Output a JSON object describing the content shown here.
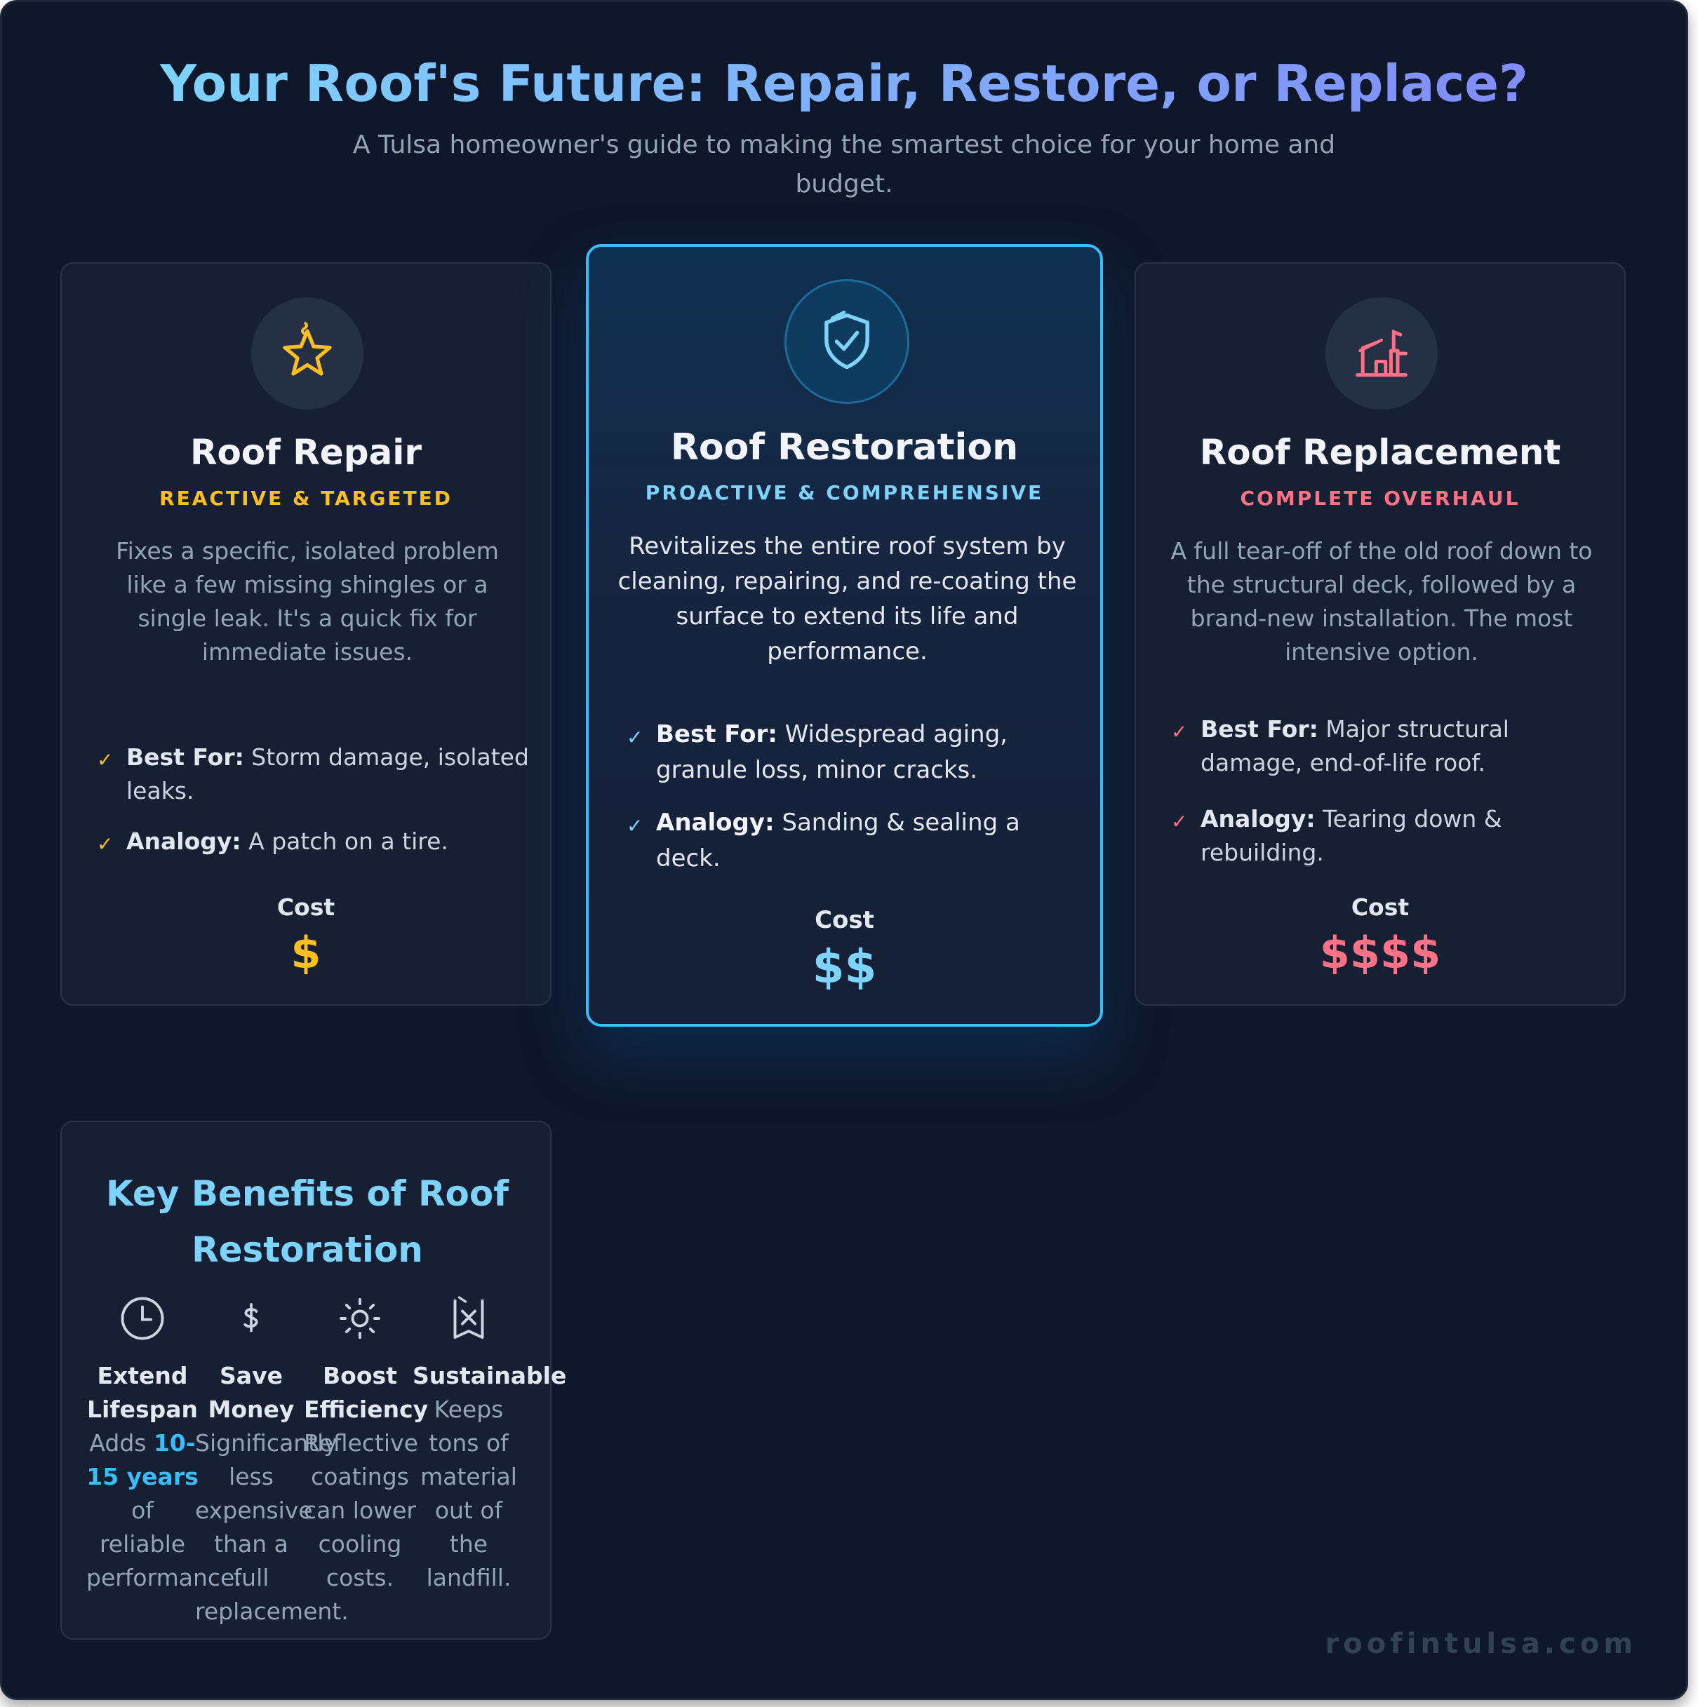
{
  "header": {
    "title": "Your Roof's Future: Repair, Restore, or Replace?",
    "subtitle": "A Tulsa homeowner's guide to making the smartest choice for your home and budget."
  },
  "colors": {
    "background": "#0f172a",
    "repair_accent": "#fbbf24",
    "restoration_accent": "#7dd3fc",
    "replacement_accent": "#fb7185",
    "highlight": "#38bdf8"
  },
  "cards": [
    {
      "icon": "star-icon",
      "title": "Roof Repair",
      "tag": "REACTIVE & TARGETED",
      "description": "Fixes a specific, isolated problem like a few missing shingles or a single leak. It's a quick fix for immediate issues.",
      "points": [
        {
          "label": "Best For:",
          "text": "Storm damage, isolated leaks."
        },
        {
          "label": "Analogy:",
          "text": "A patch on a tire."
        }
      ],
      "cost_label": "Cost",
      "cost": "$"
    },
    {
      "icon": "shield-check-icon",
      "title": "Roof Restoration",
      "tag": "PROACTIVE & COMPREHENSIVE",
      "description": "Revitalizes the entire roof system by cleaning, repairing, and re-coating the surface to extend its life and performance.",
      "points": [
        {
          "label": "Best For:",
          "text": "Widespread aging, granule loss, minor cracks."
        },
        {
          "label": "Analogy:",
          "text": "Sanding & sealing a deck."
        }
      ],
      "cost_label": "Cost",
      "cost": "$$"
    },
    {
      "icon": "building-icon",
      "title": "Roof Replacement",
      "tag": "COMPLETE OVERHAUL",
      "description": "A full tear-off of the old roof down to the structural deck, followed by a brand-new installation. The most intensive option.",
      "points": [
        {
          "label": "Best For:",
          "text": "Major structural damage, end-of-life roof."
        },
        {
          "label": "Analogy:",
          "text": "Tearing down & rebuilding."
        }
      ],
      "cost_label": "Cost",
      "cost": "$$$$"
    }
  ],
  "benefits": {
    "title": "Key Benefits of Roof Restoration",
    "items": [
      {
        "icon": "clock-icon",
        "title": "Extend Lifespan",
        "desc_pre": "Adds ",
        "desc_highlight": "10-15 years",
        "desc_post": " of reliable performance."
      },
      {
        "icon": "dollar-icon",
        "title": "Save Money",
        "desc": "Significantly less expensive than a full replacement."
      },
      {
        "icon": "sun-icon",
        "title": "Boost Efficiency",
        "desc": "Reflective coatings can lower cooling costs."
      },
      {
        "icon": "recycle-document-icon",
        "title": "Sustainable",
        "desc": "Keeps tons of material out of the landfill."
      }
    ]
  },
  "footer": {
    "brand": "roofintulsa.com"
  }
}
